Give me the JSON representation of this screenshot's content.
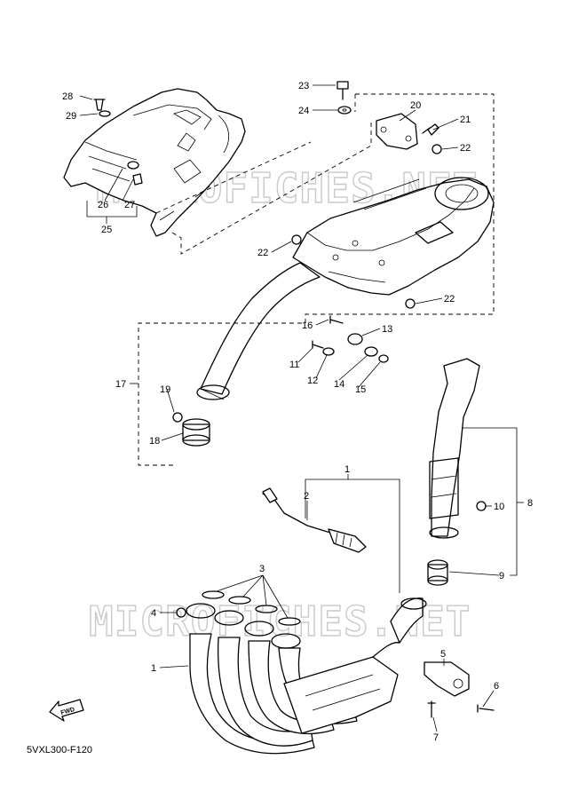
{
  "diagram_code": "5VXL300-F120",
  "watermark_text": "MICROFICHES.NET",
  "fwd_label": "FWD",
  "callouts": {
    "c1a": "1",
    "c1b": "1",
    "c2": "2",
    "c3": "3",
    "c4": "4",
    "c5": "5",
    "c6": "6",
    "c7": "7",
    "c8": "8",
    "c9": "9",
    "c10": "10",
    "c11": "11",
    "c12": "12",
    "c13": "13",
    "c14": "14",
    "c15": "15",
    "c16": "16",
    "c17": "17",
    "c18": "18",
    "c19": "19",
    "c20": "20",
    "c21": "21",
    "c22a": "22",
    "c22b": "22",
    "c22c": "22",
    "c23": "23",
    "c24": "24",
    "c25": "25",
    "c26": "26",
    "c27": "27",
    "c28": "28",
    "c29": "29"
  }
}
